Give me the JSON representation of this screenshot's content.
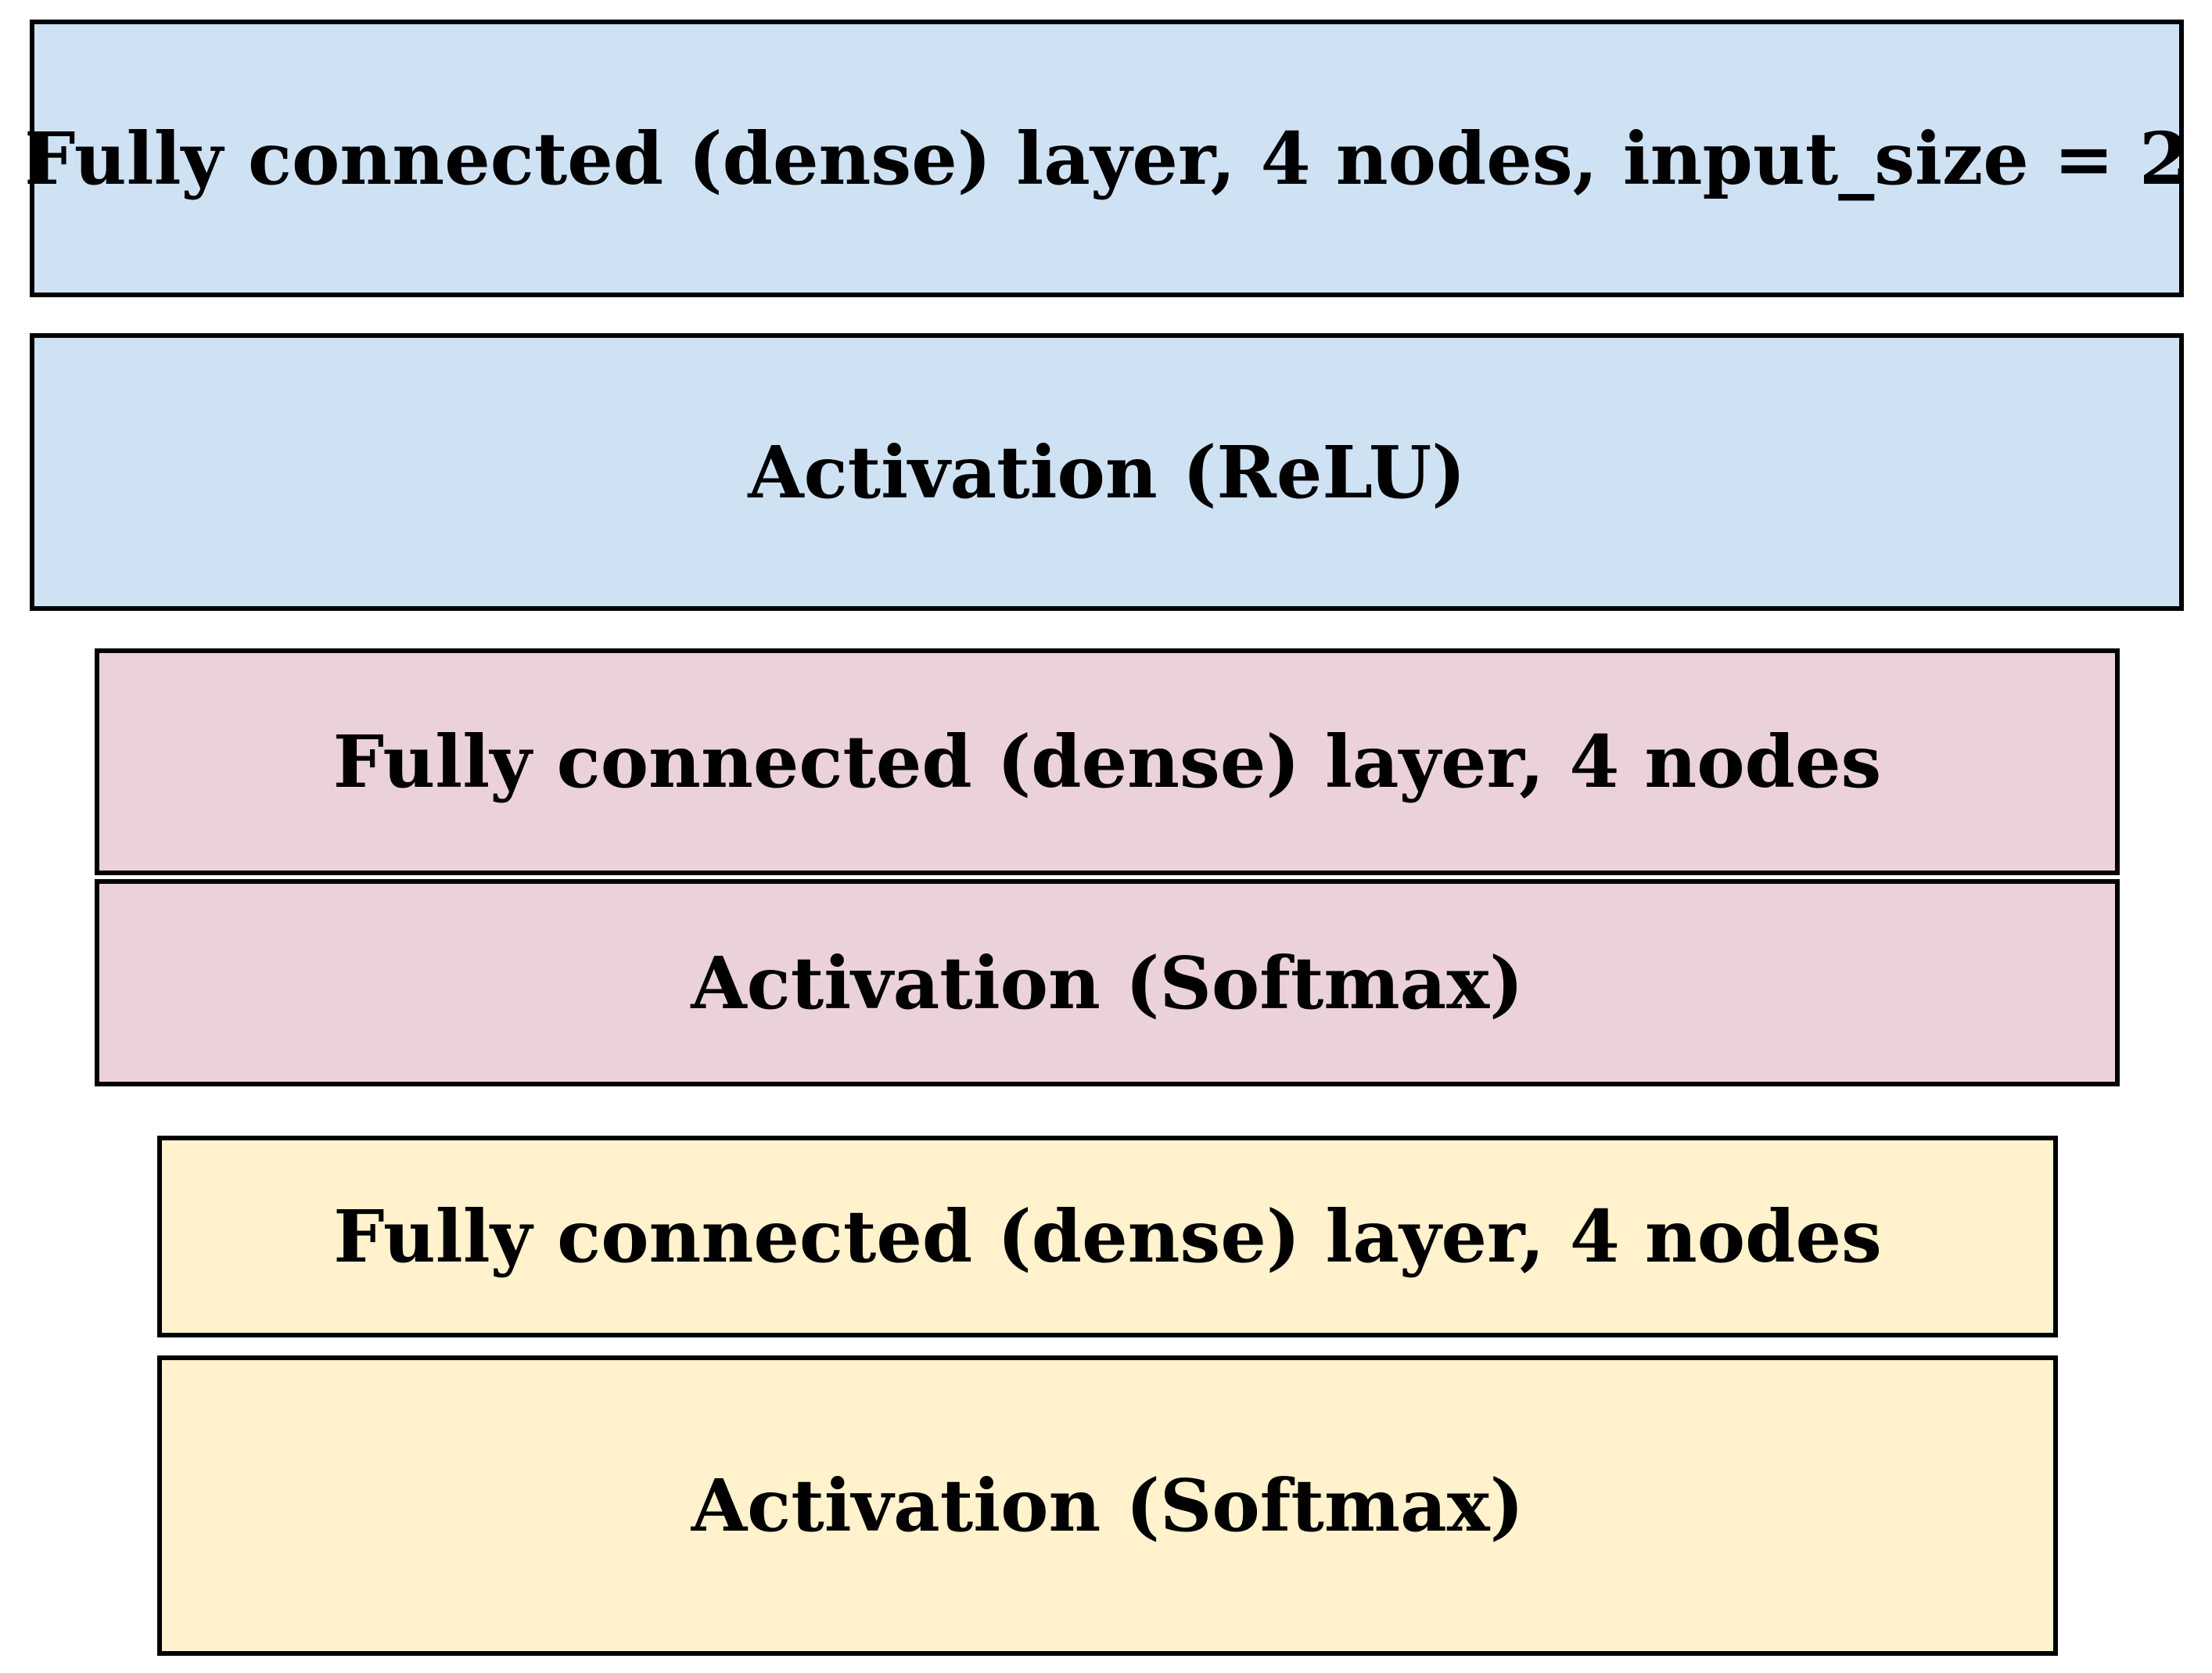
{
  "colors": {
    "blue": "#cfe2f3",
    "pink": "#ead1dc",
    "yellow": "#fff2cc",
    "border": "#000000"
  },
  "layers": [
    {
      "label": "Fully connected (dense) layer, 4 nodes, input_size = 2",
      "group": "blue"
    },
    {
      "label": "Activation (ReLU)",
      "group": "blue"
    },
    {
      "label": "Fully connected (dense) layer, 4 nodes",
      "group": "pink"
    },
    {
      "label": "Activation (Softmax)",
      "group": "pink"
    },
    {
      "label": "Fully connected (dense) layer, 4 nodes",
      "group": "yellow"
    },
    {
      "label": "Activation (Softmax)",
      "group": "yellow"
    }
  ]
}
